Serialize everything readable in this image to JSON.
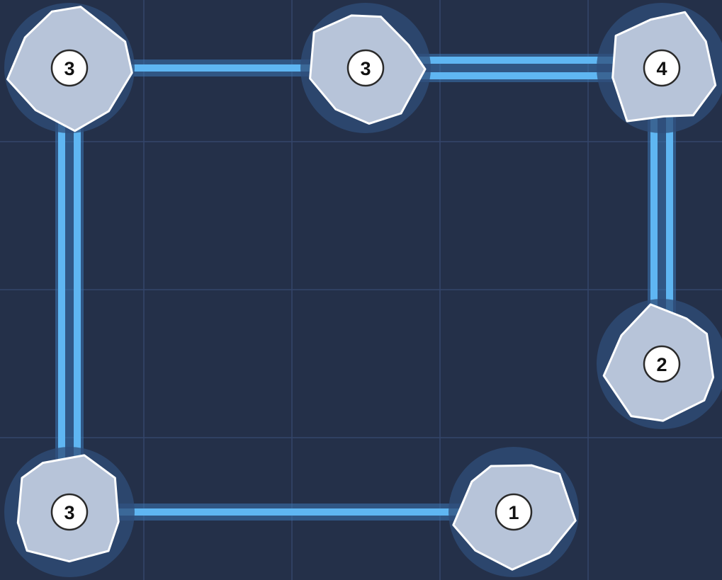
{
  "puzzle": {
    "type": "hashi-bridges",
    "islands": [
      {
        "id": "i1",
        "row": 0,
        "col": 0,
        "number": "3"
      },
      {
        "id": "i2",
        "row": 0,
        "col": 2,
        "number": "3"
      },
      {
        "id": "i3",
        "row": 0,
        "col": 4,
        "number": "4"
      },
      {
        "id": "i4",
        "row": 2,
        "col": 4,
        "number": "2"
      },
      {
        "id": "i5",
        "row": 3,
        "col": 0,
        "number": "3"
      },
      {
        "id": "i6",
        "row": 3,
        "col": 3,
        "number": "1"
      }
    ],
    "bridges": [
      {
        "from": "i1",
        "to": "i2",
        "count": 1
      },
      {
        "from": "i2",
        "to": "i3",
        "count": 2
      },
      {
        "from": "i3",
        "to": "i4",
        "count": 2
      },
      {
        "from": "i1",
        "to": "i5",
        "count": 2
      },
      {
        "from": "i5",
        "to": "i6",
        "count": 1
      }
    ]
  },
  "colors": {
    "background": "#243049",
    "grid": "#34466a",
    "halo": "#2f4d7a",
    "island_fill": "#b7c4d9",
    "island_stroke": "#ffffff",
    "bridge": "#5fb6f2",
    "bridge_glow": "#3a76b4",
    "badge_fill": "#ffffff",
    "badge_stroke": "#2a2a2a"
  }
}
